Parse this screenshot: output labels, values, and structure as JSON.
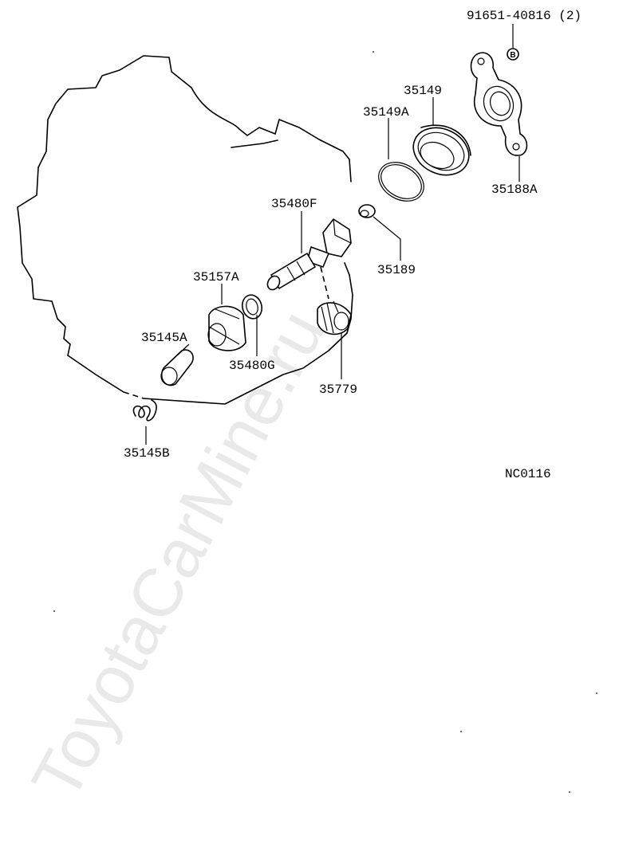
{
  "watermark": "ToyotaCarMine.ru",
  "diagram_code": "NC0116",
  "bolt_marker": "B",
  "parts": {
    "p91651": "91651-40816  (2)",
    "p35149": "35149",
    "p35149a": "35149A",
    "p35188a": "35188A",
    "p35480f": "35480F",
    "p35189": "35189",
    "p35157a": "35157A",
    "p35145a": "35145A",
    "p35480g": "35480G",
    "p35779": "35779",
    "p35145b": "35145B"
  }
}
